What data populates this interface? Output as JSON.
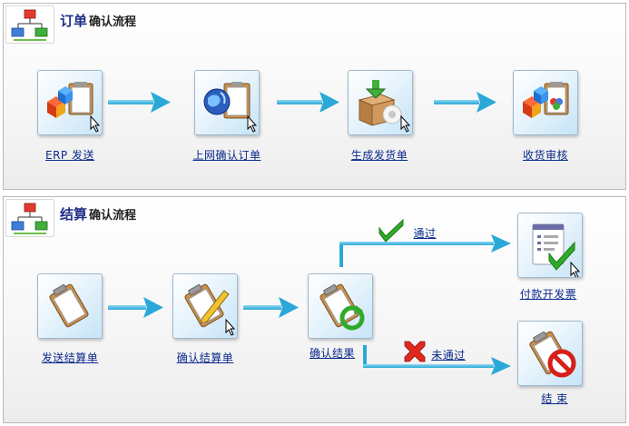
{
  "order_panel": {
    "title_em": "订单",
    "title_rest": "确认流程",
    "steps": [
      {
        "label": "ERP 发送"
      },
      {
        "label": "上网确认订单"
      },
      {
        "label": "生成发货单"
      },
      {
        "label": "收货审核"
      }
    ]
  },
  "settle_panel": {
    "title_em": "结算",
    "title_rest": "确认流程",
    "steps": [
      {
        "label": "发送结算单"
      },
      {
        "label": "确认结算单"
      },
      {
        "label": "确认结果"
      },
      {
        "label": "付款开发票"
      },
      {
        "label": "结 束"
      }
    ],
    "branch_pass": "通过",
    "branch_fail": "未通过"
  }
}
